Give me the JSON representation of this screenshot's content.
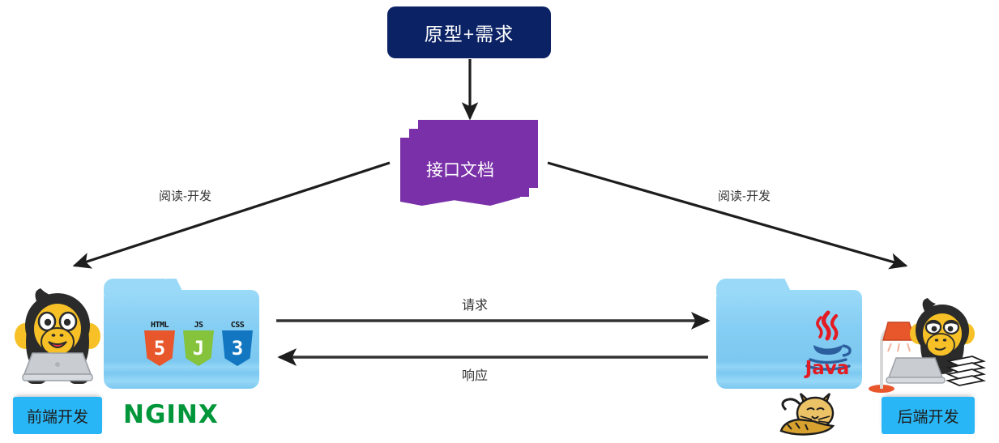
{
  "diagram": {
    "title_box": {
      "label": "原型+需求"
    },
    "docs": {
      "label": "接口文档"
    },
    "edges": [
      {
        "name": "proto-to-docs",
        "label": ""
      },
      {
        "name": "docs-to-frontend",
        "label": "阅读-开发"
      },
      {
        "name": "docs-to-backend",
        "label": "阅读-开发"
      },
      {
        "name": "frontend-to-backend",
        "label": "请求"
      },
      {
        "name": "backend-to-frontend",
        "label": "响应"
      }
    ],
    "frontend": {
      "role_label": "前端开发",
      "server_label": "NGINX",
      "tech_badges": [
        {
          "caption": "HTML",
          "glyph": "5",
          "color": "#e8562c"
        },
        {
          "caption": "JS",
          "glyph": "J",
          "color": "#84c33b"
        },
        {
          "caption": "CSS",
          "glyph": "3",
          "color": "#1277c0"
        }
      ],
      "avatar": "monkey-with-laptop-icon",
      "folder": "blue-folder-icon"
    },
    "backend": {
      "role_label": "后端开发",
      "stack_label": "Java",
      "server_logo": "tomcat-cat-icon",
      "avatar": "monkey-with-lamp-and-books-icon",
      "folder": "blue-folder-icon"
    },
    "colors": {
      "navy": "#0b2265",
      "purple": "#7a30a8",
      "chip_blue": "#29b6f6",
      "folder_blue": "#84cdf3",
      "nginx_green": "#009639",
      "java_red": "#e31b23",
      "arrow": "#1d1d1d"
    }
  }
}
